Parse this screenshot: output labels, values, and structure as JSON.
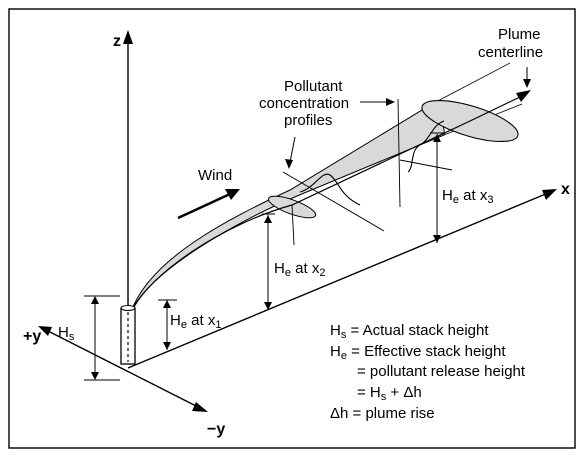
{
  "axes": {
    "z": "z",
    "x": "x",
    "plus_y": "+y",
    "minus_y": "−y"
  },
  "labels": {
    "plume_line1": "Plume",
    "plume_line2": "centerline",
    "pollutant_line1": "Pollutant",
    "pollutant_line2": "concentration",
    "pollutant_line3": "profiles",
    "wind": "Wind",
    "hs": {
      "base": "H",
      "sub": "s"
    },
    "he1": {
      "base": "H",
      "sub": "e",
      "mid": " at x",
      "sub2": "1"
    },
    "he2": {
      "base": "H",
      "sub": "e",
      "mid": " at x",
      "sub2": "2"
    },
    "he3": {
      "base": "H",
      "sub": "e",
      "mid": " at x",
      "sub2": "3"
    }
  },
  "legend": {
    "l1": {
      "base": "H",
      "sub": "s",
      "rest": " =  Actual stack height"
    },
    "l2": {
      "base": "H",
      "sub": "e",
      "rest": " = Effective stack height"
    },
    "l3": "= pollutant release height",
    "l4": {
      "pre": "= H",
      "sub": "s",
      "rest": " + Δh"
    },
    "l5": "Δh = plume rise"
  },
  "colors": {
    "plume_fill": "#d9d9d9",
    "line": "#000000",
    "border": "#000000"
  }
}
